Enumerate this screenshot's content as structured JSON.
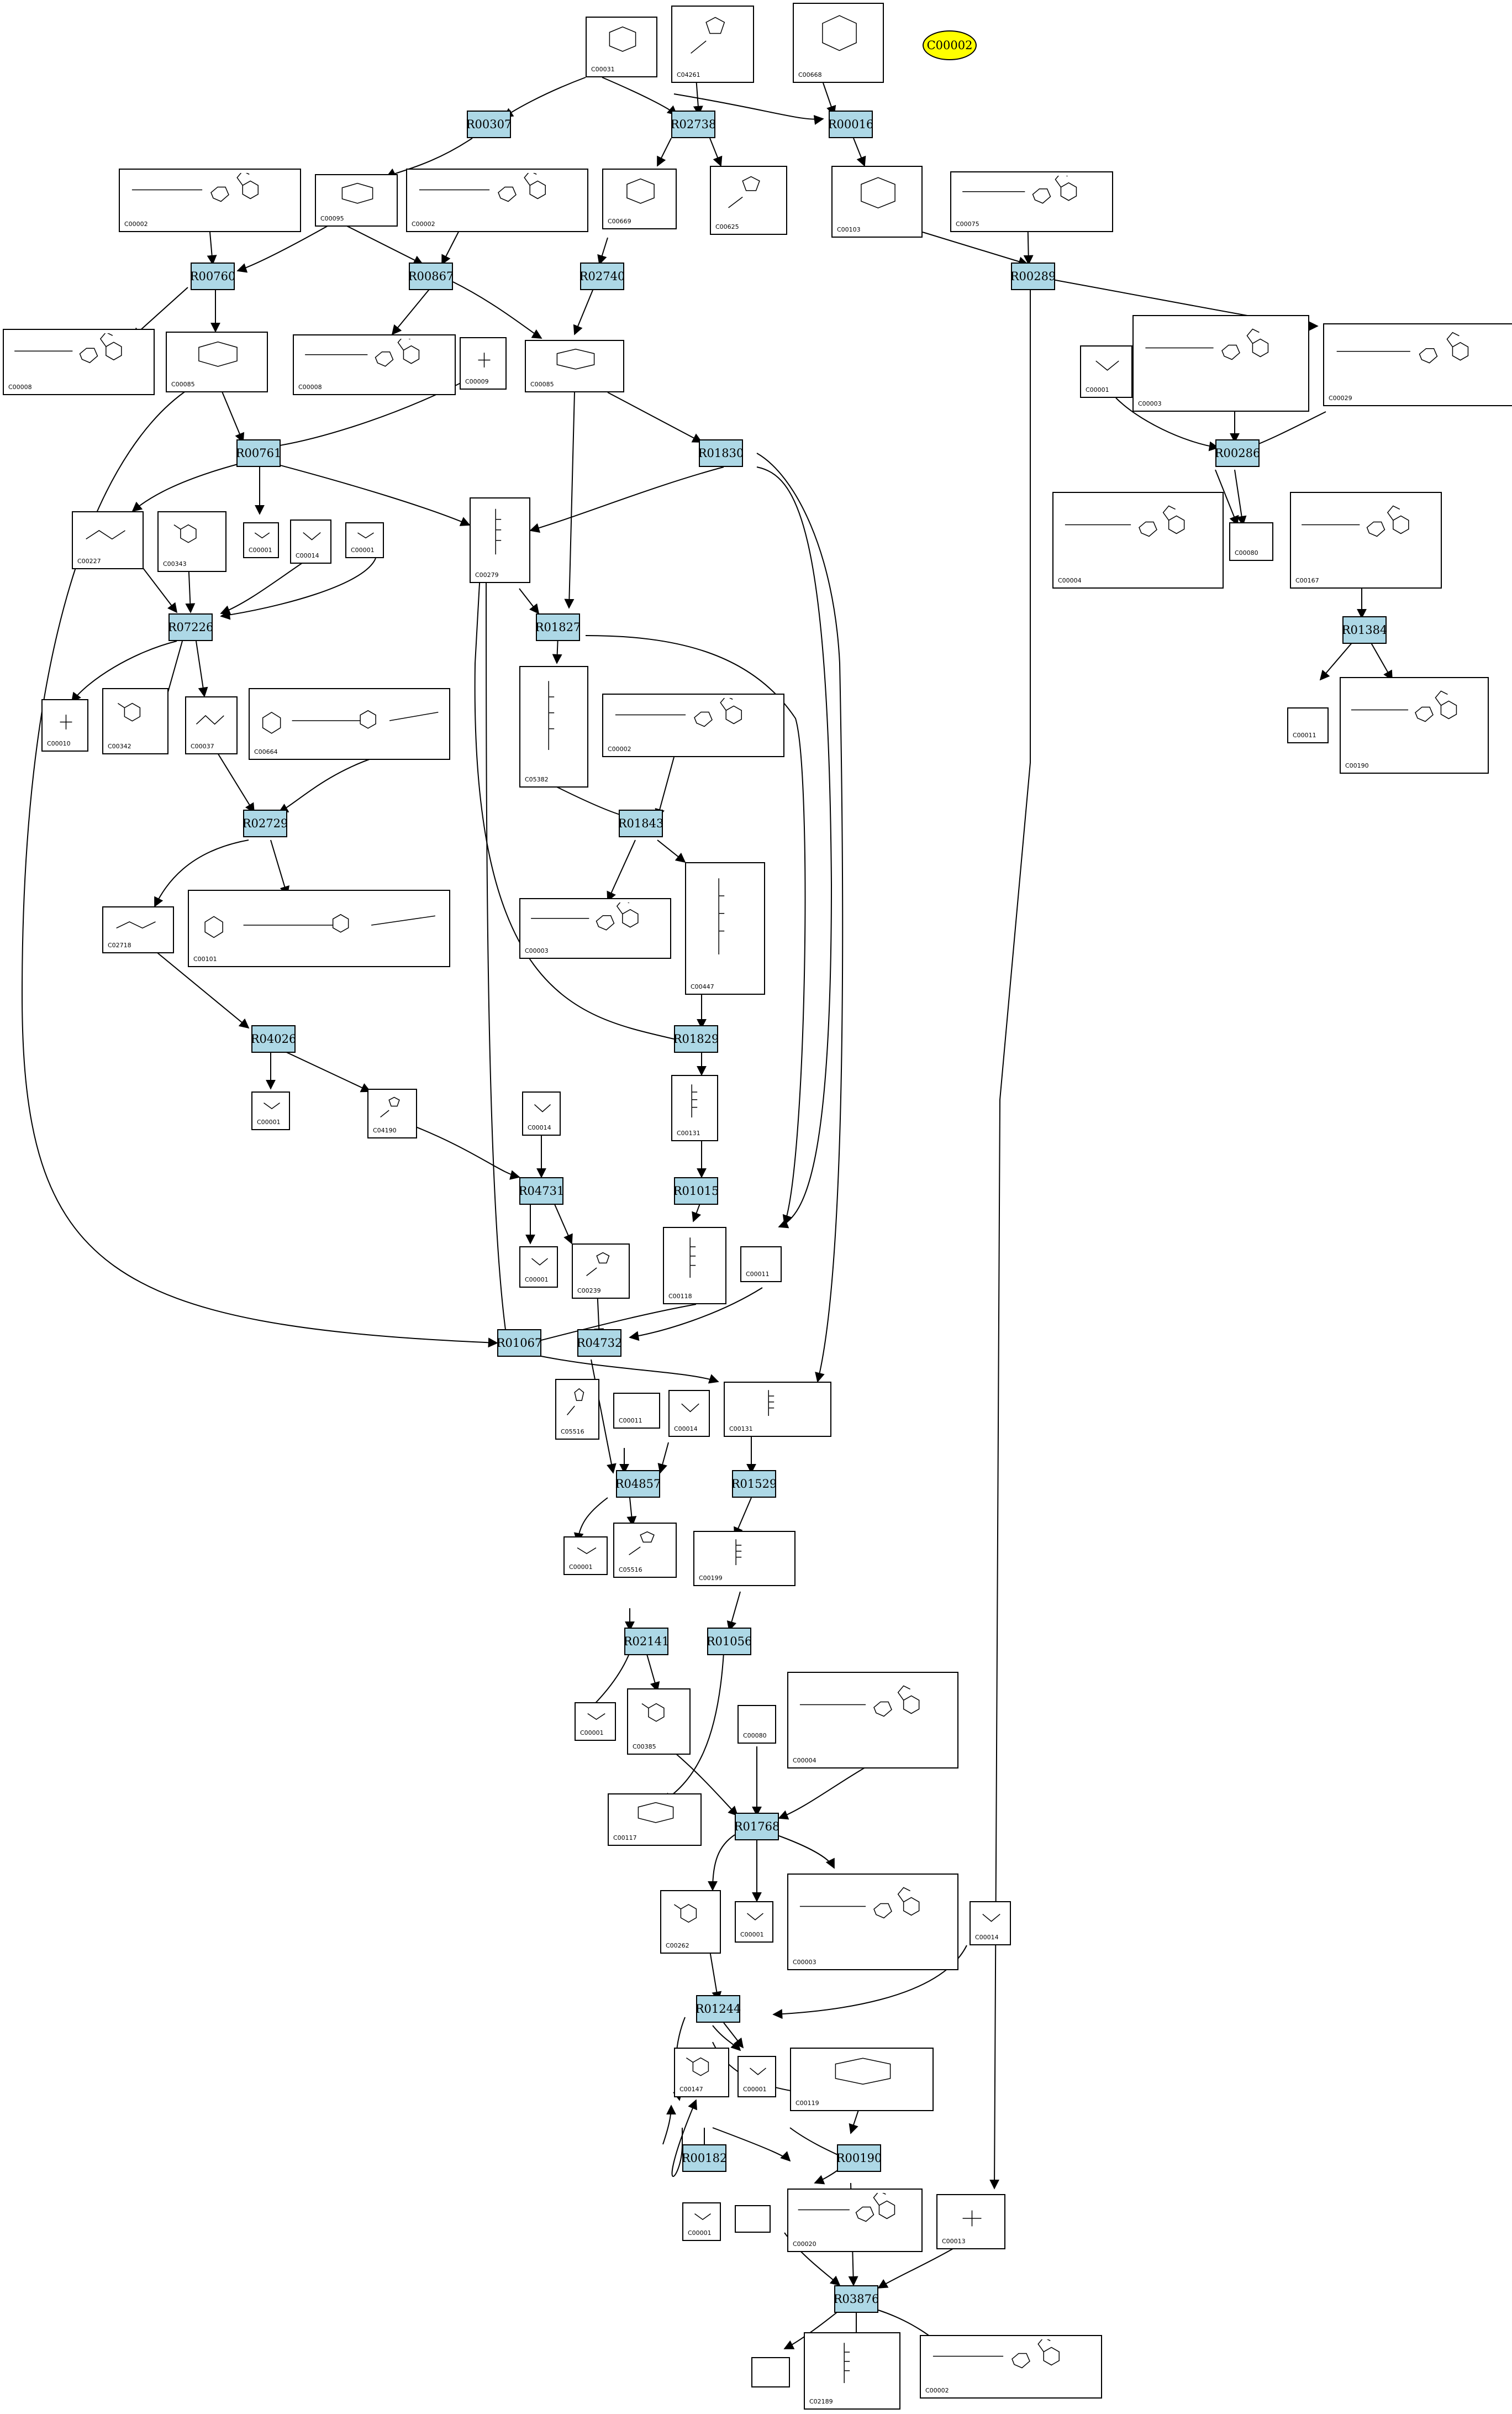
{
  "highlight": {
    "id": "C00002",
    "color": "#ffff00"
  },
  "reaction_color": "#add8e6",
  "reactions": [
    {
      "id": "R00307"
    },
    {
      "id": "R02738"
    },
    {
      "id": "R00016"
    },
    {
      "id": "R00760"
    },
    {
      "id": "R00867"
    },
    {
      "id": "R02740"
    },
    {
      "id": "R00289"
    },
    {
      "id": "R00761"
    },
    {
      "id": "R01830"
    },
    {
      "id": "R00286"
    },
    {
      "id": "R07226"
    },
    {
      "id": "R01827"
    },
    {
      "id": "R01384"
    },
    {
      "id": "R02729"
    },
    {
      "id": "R01843"
    },
    {
      "id": "R04026"
    },
    {
      "id": "R01829"
    },
    {
      "id": "R04731"
    },
    {
      "id": "R01015"
    },
    {
      "id": "R01067"
    },
    {
      "id": "R04732"
    },
    {
      "id": "R04857"
    },
    {
      "id": "R01529"
    },
    {
      "id": "R02141"
    },
    {
      "id": "R01056"
    },
    {
      "id": "R01768"
    },
    {
      "id": "R01244"
    },
    {
      "id": "R00190"
    },
    {
      "id": "R00182"
    },
    {
      "id": "R03876"
    }
  ],
  "compounds": [
    {
      "id": "C00031",
      "icon": "sugar-ring"
    },
    {
      "id": "C04261",
      "icon": "imidazole"
    },
    {
      "id": "C00668",
      "icon": "sugar-ring"
    },
    {
      "id": "C00002",
      "icon": "nucleotide"
    },
    {
      "id": "C00095",
      "icon": "sugar-ring"
    },
    {
      "id": "C00669",
      "icon": "sugar-ring"
    },
    {
      "id": "C00625",
      "icon": "imidazole"
    },
    {
      "id": "C00103",
      "icon": "sugar-ring"
    },
    {
      "id": "C00075",
      "icon": "nucleotide"
    },
    {
      "id": "C00008",
      "icon": "nucleotide"
    },
    {
      "id": "C00009",
      "icon": "phosphate"
    },
    {
      "id": "C00085",
      "icon": "sugar-ring"
    },
    {
      "id": "C00003",
      "icon": "nucleotide"
    },
    {
      "id": "C00001",
      "icon": "water"
    },
    {
      "id": "C00029",
      "icon": "nucleotide"
    },
    {
      "id": "C00227",
      "icon": "small-chain"
    },
    {
      "id": "C00343",
      "icon": "ring"
    },
    {
      "id": "C00014",
      "icon": "water"
    },
    {
      "id": "C00279",
      "icon": "chain"
    },
    {
      "id": "C00080",
      "icon": "text"
    },
    {
      "id": "C00004",
      "icon": "nucleotide"
    },
    {
      "id": "C00167",
      "icon": "nucleotide"
    },
    {
      "id": "C00010",
      "icon": "phosphate"
    },
    {
      "id": "C00342",
      "icon": "ring"
    },
    {
      "id": "C00037",
      "icon": "small-chain"
    },
    {
      "id": "C00664",
      "icon": "folate"
    },
    {
      "id": "C05382",
      "icon": "chain"
    },
    {
      "id": "C00011",
      "icon": "text"
    },
    {
      "id": "C00190",
      "icon": "nucleotide"
    },
    {
      "id": "C02718",
      "icon": "small-chain"
    },
    {
      "id": "C00101",
      "icon": "folate"
    },
    {
      "id": "C00447",
      "icon": "chain"
    },
    {
      "id": "C04190",
      "icon": "imidazole"
    },
    {
      "id": "C00131",
      "icon": "chain"
    },
    {
      "id": "C00239",
      "icon": "imidazole"
    },
    {
      "id": "C00118",
      "icon": "chain"
    },
    {
      "id": "C05516",
      "icon": "imidazole"
    },
    {
      "id": "C00199",
      "icon": "chain"
    },
    {
      "id": "C00385",
      "icon": "ring"
    },
    {
      "id": "C00117",
      "icon": "sugar-ring"
    },
    {
      "id": "C00262",
      "icon": "ring"
    },
    {
      "id": "C00147",
      "icon": "ring"
    },
    {
      "id": "C00119",
      "icon": "sugar-ring"
    },
    {
      "id": "C00020",
      "icon": "nucleotide"
    },
    {
      "id": "C00013",
      "icon": "phosphate"
    },
    {
      "id": "C02189",
      "icon": "chain"
    }
  ]
}
